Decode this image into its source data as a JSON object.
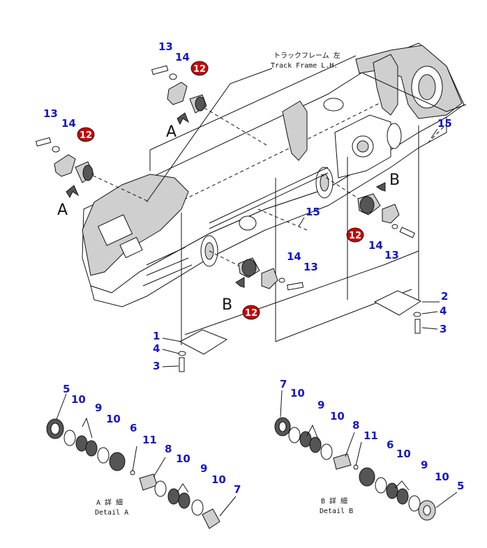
{
  "labels": {
    "frame_jp": "トラックフレーム 左",
    "frame_en": "Track Frame L.H.",
    "detail_a_jp": "A 詳 細",
    "detail_a_en": "Detail A",
    "detail_b_jp": "B 詳 細",
    "detail_b_en": "Detail B",
    "view_a": "A",
    "view_b": "B"
  },
  "callouts": {
    "n1": "1",
    "n2": "2",
    "n3": "3",
    "n4": "4",
    "n5": "5",
    "n6": "6",
    "n7": "7",
    "n8": "8",
    "n9": "9",
    "n10": "10",
    "n11": "11",
    "n12": "12",
    "n13": "13",
    "n14": "14",
    "n15": "15"
  },
  "colors": {
    "callout_text": "#1515cc",
    "highlight_badge": "#cc0000",
    "line": "#111111"
  }
}
